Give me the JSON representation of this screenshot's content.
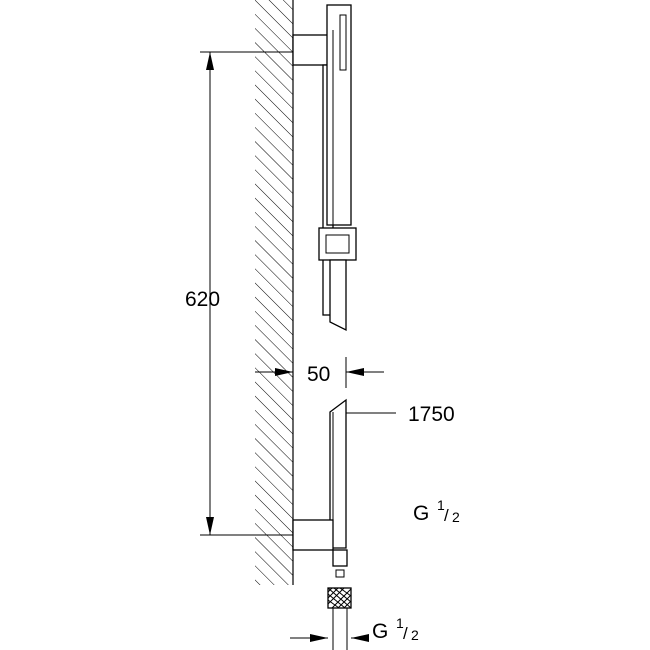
{
  "dimensions": {
    "bracket_spacing": "620",
    "offset": "50",
    "hose_length": "1750",
    "thread_main": {
      "base": "G",
      "numerator": "1",
      "denominator": "2"
    },
    "thread_lower": {
      "base": "G",
      "numerator": "1",
      "denominator": "2"
    }
  }
}
